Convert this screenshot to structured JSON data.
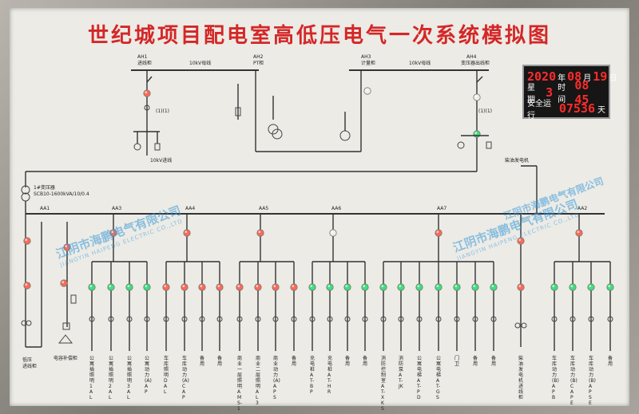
{
  "title": "世纪城项目配电室高低压电气一次系统模拟图",
  "clock": {
    "date_year": "2020",
    "date_year_unit": "年",
    "date_month": "08",
    "date_month_unit": "月",
    "date_day": "19",
    "date_day_unit": "日",
    "weekday_label": "星期",
    "weekday_value": "3",
    "time_label": "时间",
    "time_value": "08 45",
    "safe_label": "安全运行",
    "safe_value": "07536",
    "safe_unit": "天"
  },
  "watermark": {
    "cn": "江阴市海鹏电气有限公司",
    "en": "JIANGYIN HAIPENG ELECTRIC CO.,LTD"
  },
  "hv": {
    "cabinets": [
      {
        "id": "AH1",
        "name": "进线柜"
      },
      {
        "id": "",
        "name": "10kV母线"
      },
      {
        "id": "AH2",
        "name": "PT柜"
      },
      {
        "id": "AH3",
        "name": "计量柜"
      },
      {
        "id": "",
        "name": "10kV母线"
      },
      {
        "id": "AH4",
        "name": "变压器出线柜"
      }
    ],
    "incoming": "10kV进线",
    "ct_left": "(1)(1)",
    "ct_right": "(1)(1)"
  },
  "transformer": {
    "label": "1#变压器",
    "model": "SCB10-1600kVA/10/0.4"
  },
  "generator": {
    "label": "柴油发电机"
  },
  "lv": {
    "buses": [
      {
        "id": "AA1"
      },
      {
        "id": "AA3"
      },
      {
        "id": "AA4"
      },
      {
        "id": "AA5"
      },
      {
        "id": "AA6"
      },
      {
        "id": "AA7"
      },
      {
        "id": "AA2"
      }
    ],
    "left_labels": [
      "低压",
      "进线柜"
    ],
    "capacitor_label": "电容补偿柜",
    "feeders": [
      "公寓插照明 1AL",
      "公寓插照明 2AL",
      "公寓插照明 3AL",
      "公寓动力(A) AP",
      "车库照明 DAL",
      "车库动力(A) CAP",
      "备用",
      "备用",
      "商业一层照明 AMS-1",
      "商业二层照明 AL3",
      "商业动力(A) APS",
      "备用",
      "充电桩 AT-BP",
      "充电桩 AT-HR",
      "备用",
      "备用",
      "消防控制室 AT-XKS",
      "消防泵 AT-JK",
      "公寓电梯 AT-PD",
      "公寓电梯 AT-GS",
      "门卫",
      "备用",
      "备用",
      "柴油发电机进线柜",
      "车库动力(B) APB",
      "车库动力(B) CAPE",
      "车库动力(B) APSE",
      "备用"
    ]
  }
}
